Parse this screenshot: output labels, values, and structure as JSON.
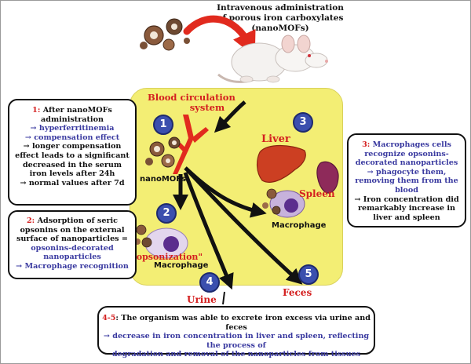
{
  "header": {
    "lines": [
      "Intravenous administration",
      "of porous iron carboxylates",
      "(nanoMOFs)"
    ]
  },
  "box1": {
    "title_number": "1:",
    "title_rest": "After nanoMOFs",
    "title_line2": "administration",
    "items": [
      {
        "text": "→ hyperferritinemia",
        "color": "blue"
      },
      {
        "text": "→ compensation effect",
        "color": "blue"
      },
      {
        "text": "→ longer compensation",
        "color": "black"
      },
      {
        "text": "effect leads to a significant",
        "color": "black"
      },
      {
        "text": "decreased in the serum",
        "color": "black"
      },
      {
        "text": "iron levels after 24h",
        "color": "black"
      },
      {
        "text": "→ normal values after 7d",
        "color": "black"
      }
    ]
  },
  "box2": {
    "title_number": "2:",
    "lines": [
      {
        "text": "Adsorption of seric",
        "color": "black"
      },
      {
        "text": "opsonins on the external",
        "color": "black"
      },
      {
        "text": "surface of nanoparticles =",
        "color": "black"
      },
      {
        "text": "opsonins-decorated",
        "color": "blue"
      },
      {
        "text": "nanoparticles",
        "color": "blue"
      },
      {
        "text": "→ Macrophage recognition",
        "color": "blue"
      }
    ]
  },
  "box3": {
    "title_number": "3:",
    "lines": [
      {
        "text": "Macrophages cells",
        "color": "blue"
      },
      {
        "text": "recognize opsonins-",
        "color": "blue"
      },
      {
        "text": "decorated nanoparticles",
        "color": "blue"
      },
      {
        "text": "→ phagocyte them,",
        "color": "blue"
      },
      {
        "text": "removing them from the",
        "color": "blue"
      },
      {
        "text": "blood",
        "color": "blue"
      },
      {
        "text": "→ Iron concentration did",
        "color": "black"
      },
      {
        "text": "remarkably increase in",
        "color": "black"
      },
      {
        "text": "liver and spleen",
        "color": "black"
      }
    ]
  },
  "box45": {
    "title_number": "4-5",
    "title_rest": ": The organism was able to excrete iron excess via urine and feces",
    "lines": [
      "→ decrease in iron concentration in liver and spleen, reflecting the process of",
      "degradation and removal of the nanoparticles from tissues"
    ]
  },
  "labels": {
    "blood_circulation_1": "Blood circulation",
    "blood_circulation_2": "system",
    "nanomofs": "nanoMOFs",
    "liver": "Liver",
    "spleen": "Spleen",
    "macrophage_right": "Macrophage",
    "opsonization": "\"opsonization\"",
    "macrophage_left": "Macrophage",
    "urine": "Urine",
    "feces": "Feces"
  },
  "steps": [
    "1",
    "2",
    "3",
    "4",
    "5"
  ],
  "colors": {
    "accent_red": "#d42020",
    "step_blue": "#3b4fae",
    "text_blue": "#3a3aa0",
    "panel_yellow": "#f3ee74"
  }
}
